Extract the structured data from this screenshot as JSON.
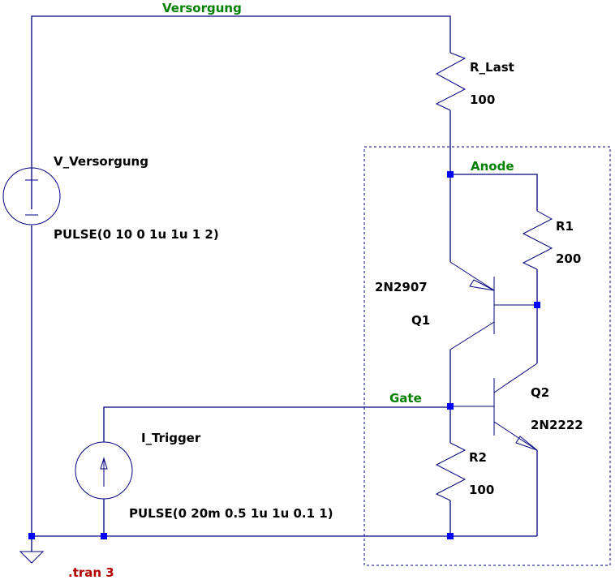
{
  "schematic": {
    "colors": {
      "wire": "#000080",
      "junction": "#0000ff",
      "net_label": "#008000",
      "directive": "#b00000",
      "component_text": "#000000"
    },
    "net_labels": {
      "supply": "Versorgung",
      "anode": "Anode",
      "gate": "Gate"
    },
    "components": {
      "v_supply": {
        "name": "V_Versorgung",
        "value": "PULSE(0 10 0 1u 1u 1 2)",
        "type": "voltage-source"
      },
      "i_trigger": {
        "name": "I_Trigger",
        "value": "PULSE(0 20m 0.5 1u 1u 0.1 1)",
        "type": "current-source"
      },
      "r_last": {
        "name": "R_Last",
        "value": "100",
        "type": "resistor"
      },
      "r1": {
        "name": "R1",
        "value": "200",
        "type": "resistor"
      },
      "r2": {
        "name": "R2",
        "value": "100",
        "type": "resistor"
      },
      "q1": {
        "name": "Q1",
        "model": "2N2907",
        "type": "pnp-transistor"
      },
      "q2": {
        "name": "Q2",
        "model": "2N2222",
        "type": "npn-transistor"
      }
    },
    "directive": ".tran 3"
  }
}
